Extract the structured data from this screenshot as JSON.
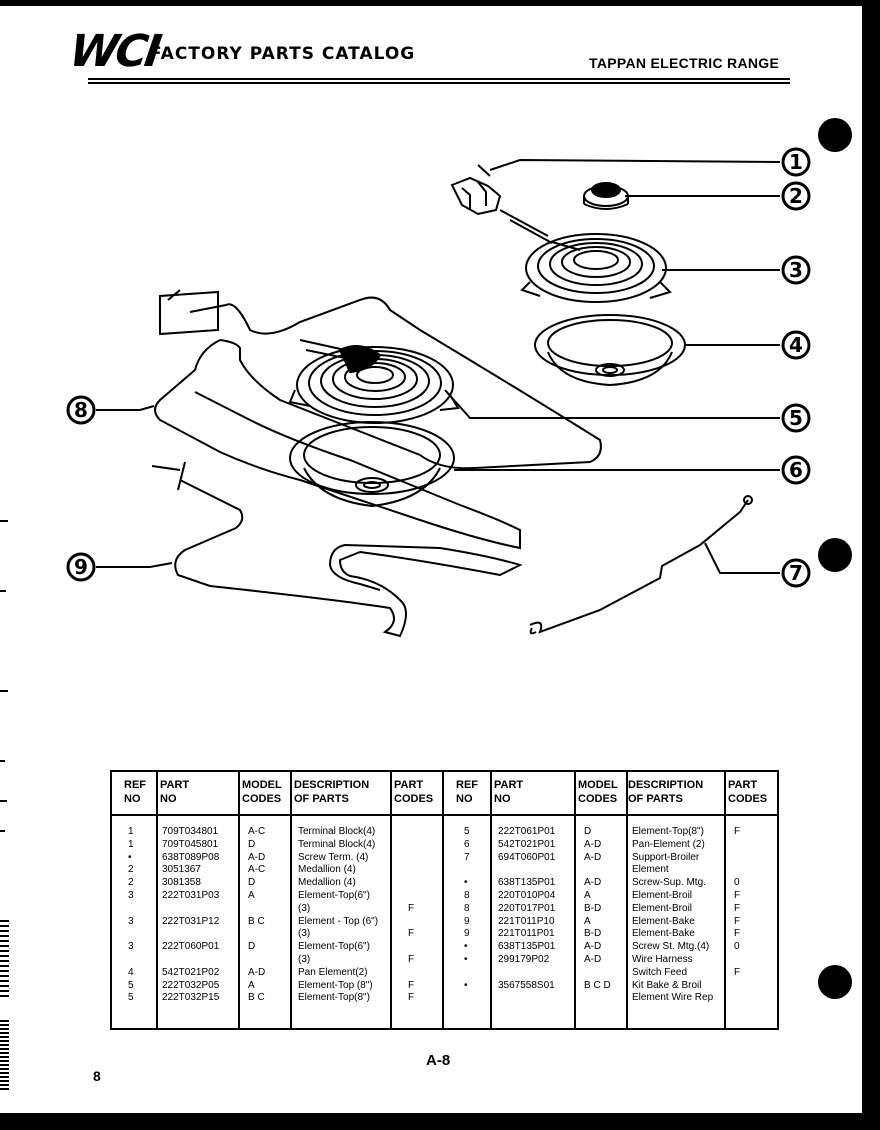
{
  "header": {
    "logo_text": "WCI",
    "catalog_title": "FACTORY PARTS CATALOG",
    "product_title": "TAPPAN ELECTRIC RANGE"
  },
  "diagram": {
    "callouts": [
      "1",
      "2",
      "3",
      "4",
      "5",
      "6",
      "7",
      "8",
      "9"
    ]
  },
  "table": {
    "headers": {
      "ref_no": [
        "REF",
        "NO"
      ],
      "part_no": [
        "PART",
        "NO"
      ],
      "model_codes": [
        "MODEL",
        "CODES"
      ],
      "description": [
        "DESCRIPTION",
        "OF PARTS"
      ],
      "part_codes": [
        "PART",
        "CODES"
      ]
    },
    "left_rows": [
      {
        "ref": "1",
        "part": "709T034801",
        "model": "A-C",
        "desc": "Terminal Block(4)",
        "code": ""
      },
      {
        "ref": "1",
        "part": "709T045801",
        "model": "D",
        "desc": "Terminal Block(4)",
        "code": ""
      },
      {
        "ref": "•",
        "part": "638T089P08",
        "model": "A-D",
        "desc": "Screw Term. (4)",
        "code": ""
      },
      {
        "ref": "2",
        "part": "3051367",
        "model": "A-C",
        "desc": "Medallion (4)",
        "code": ""
      },
      {
        "ref": "2",
        "part": "3081358",
        "model": "D",
        "desc": "Medallion (4)",
        "code": ""
      },
      {
        "ref": "3",
        "part": "222T031P03",
        "model": "A",
        "desc": "Element-Top(6\")",
        "code": ""
      },
      {
        "ref": "",
        "part": "",
        "model": "",
        "desc": "(3)",
        "code": "F"
      },
      {
        "ref": "3",
        "part": "222T031P12",
        "model": "B C",
        "desc": "Element - Top (6\")",
        "code": ""
      },
      {
        "ref": "",
        "part": "",
        "model": "",
        "desc": "(3)",
        "code": "F"
      },
      {
        "ref": "3",
        "part": "222T060P01",
        "model": "D",
        "desc": "Element-Top(6\")",
        "code": ""
      },
      {
        "ref": "",
        "part": "",
        "model": "",
        "desc": "(3)",
        "code": "F"
      },
      {
        "ref": "4",
        "part": "542T021P02",
        "model": "A-D",
        "desc": "Pan Element(2)",
        "code": ""
      },
      {
        "ref": "5",
        "part": "222T032P05",
        "model": "A",
        "desc": "Element-Top (8\")",
        "code": "F"
      },
      {
        "ref": "5",
        "part": "222T032P15",
        "model": "B C",
        "desc": "Element-Top(8\")",
        "code": "F"
      }
    ],
    "right_rows": [
      {
        "ref": "5",
        "part": "222T061P01",
        "model": "D",
        "desc": "Element-Top(8\")",
        "code": "F"
      },
      {
        "ref": "6",
        "part": "542T021P01",
        "model": "A-D",
        "desc": "Pan-Element (2)",
        "code": ""
      },
      {
        "ref": "7",
        "part": "694T060P01",
        "model": "A-D",
        "desc": "Support-Broiler",
        "code": ""
      },
      {
        "ref": "",
        "part": "",
        "model": "",
        "desc": "Element",
        "code": ""
      },
      {
        "ref": "•",
        "part": "638T135P01",
        "model": "A-D",
        "desc": "Screw-Sup. Mtg.",
        "code": "0"
      },
      {
        "ref": "8",
        "part": "220T010P04",
        "model": "A",
        "desc": "Element-Broil",
        "code": "F"
      },
      {
        "ref": "8",
        "part": "220T017P01",
        "model": "B-D",
        "desc": "Element-Broil",
        "code": "F"
      },
      {
        "ref": "9",
        "part": "221T011P10",
        "model": "A",
        "desc": "Element-Bake",
        "code": "F"
      },
      {
        "ref": "9",
        "part": "221T011P01",
        "model": "B-D",
        "desc": "Element-Bake",
        "code": "F"
      },
      {
        "ref": "•",
        "part": "638T135P01",
        "model": "A-D",
        "desc": "Screw St. Mtg.(4)",
        "code": "0"
      },
      {
        "ref": "•",
        "part": "299179P02",
        "model": "A-D",
        "desc": "Wire Harness",
        "code": ""
      },
      {
        "ref": "",
        "part": "",
        "model": "",
        "desc": "Switch Feed",
        "code": "F"
      },
      {
        "ref": "•",
        "part": "3567558S01",
        "model": "B C D",
        "desc": "Kit Bake & Broil",
        "code": ""
      },
      {
        "ref": "",
        "part": "",
        "model": "",
        "desc": "Element Wire Rep",
        "code": ""
      }
    ]
  },
  "footer": {
    "page_code": "A-8",
    "page_number": "8"
  }
}
